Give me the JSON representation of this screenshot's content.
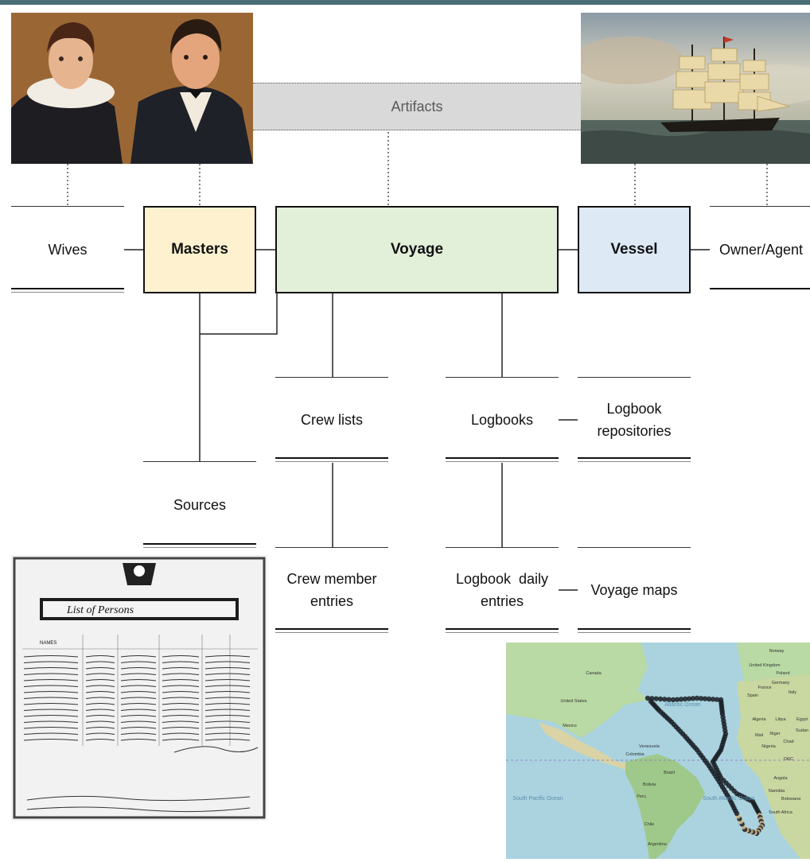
{
  "labels": {
    "artifacts": "Artifacts",
    "wives": "Wives",
    "masters": "Masters",
    "voyage": "Voyage",
    "vessel": "Vessel",
    "owner_agent": "Owner/Agent",
    "crew_lists": "Crew lists",
    "logbooks": "Logbooks",
    "logbook_repositories": "Logbook repositories",
    "sources": "Sources",
    "crew_member_entries": "Crew member entries",
    "logbook_daily_entries": "Logbook  daily entries",
    "voyage_maps": "Voyage maps"
  },
  "images": {
    "crew_list_document": {
      "title": "List of Persons",
      "header": "NAMES"
    },
    "voyage_map": {
      "place_labels": [
        "Canada",
        "United States",
        "Mexico",
        "Atlantic Ocean",
        "South Pacific Ocean",
        "South Atlantic Ocean",
        "Brazil",
        "Peru",
        "Bolivia",
        "Chile",
        "Argentina",
        "Colombia",
        "Venezuela",
        "Algeria",
        "Libya",
        "Mali",
        "Niger",
        "Chad",
        "Nigeria",
        "Angola",
        "Namibia",
        "Botswana",
        "South Africa",
        "Spain",
        "France",
        "Germany",
        "Poland",
        "United Kingdom",
        "Norway",
        "Italy",
        "DRC",
        "Egypt",
        "Sudan"
      ]
    }
  },
  "colors": {
    "masters_fill": "#fdf1cf",
    "voyage_fill": "#e2efd9",
    "vessel_fill": "#dde9f5",
    "artifacts_fill": "#d9d9d9",
    "top_rule": "#4a6e78"
  }
}
